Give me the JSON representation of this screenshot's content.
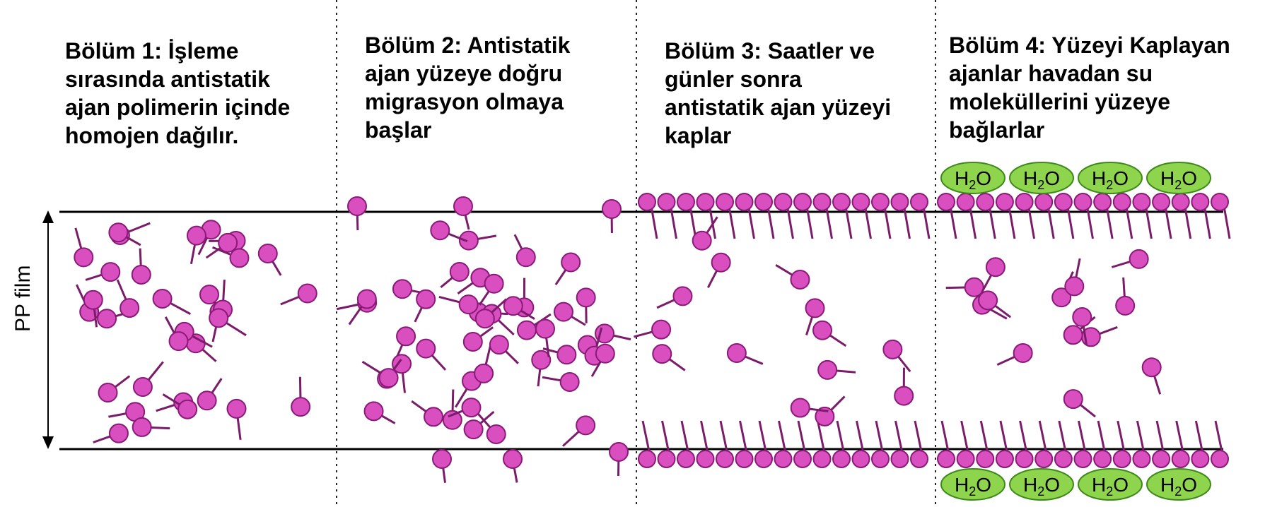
{
  "panels": [
    {
      "caption": "Bölüm 1: İşleme\nsırasında antistatik\najan polimerin içinde\nhomojen dağılır."
    },
    {
      "caption": "Bölüm 2: Antistatik\najan yüzeye doğru\nmigrasyon olmaya\nbaşlar"
    },
    {
      "caption": "Bölüm 3: Saatler ve\ngünler sonra\nantistatik ajan yüzeyi\nkaplar"
    },
    {
      "caption": "Bölüm 4: Yüzeyi Kaplayan\najanlar havadan su\nmoleküllerini yüzeye\nbağlarlar"
    }
  ],
  "y_axis_label": "PP film",
  "water_molecule_label": {
    "main": "H",
    "subscript": "2",
    "tail": "O"
  },
  "colors": {
    "molecule_fill": "#d94fc0",
    "molecule_stroke": "#8a1a78",
    "molecule_tail": "#7a1c6a",
    "water_fill": "#8ed44c",
    "water_stroke": "#3d8a1a",
    "film_line": "#000000",
    "divider": "#222222"
  }
}
